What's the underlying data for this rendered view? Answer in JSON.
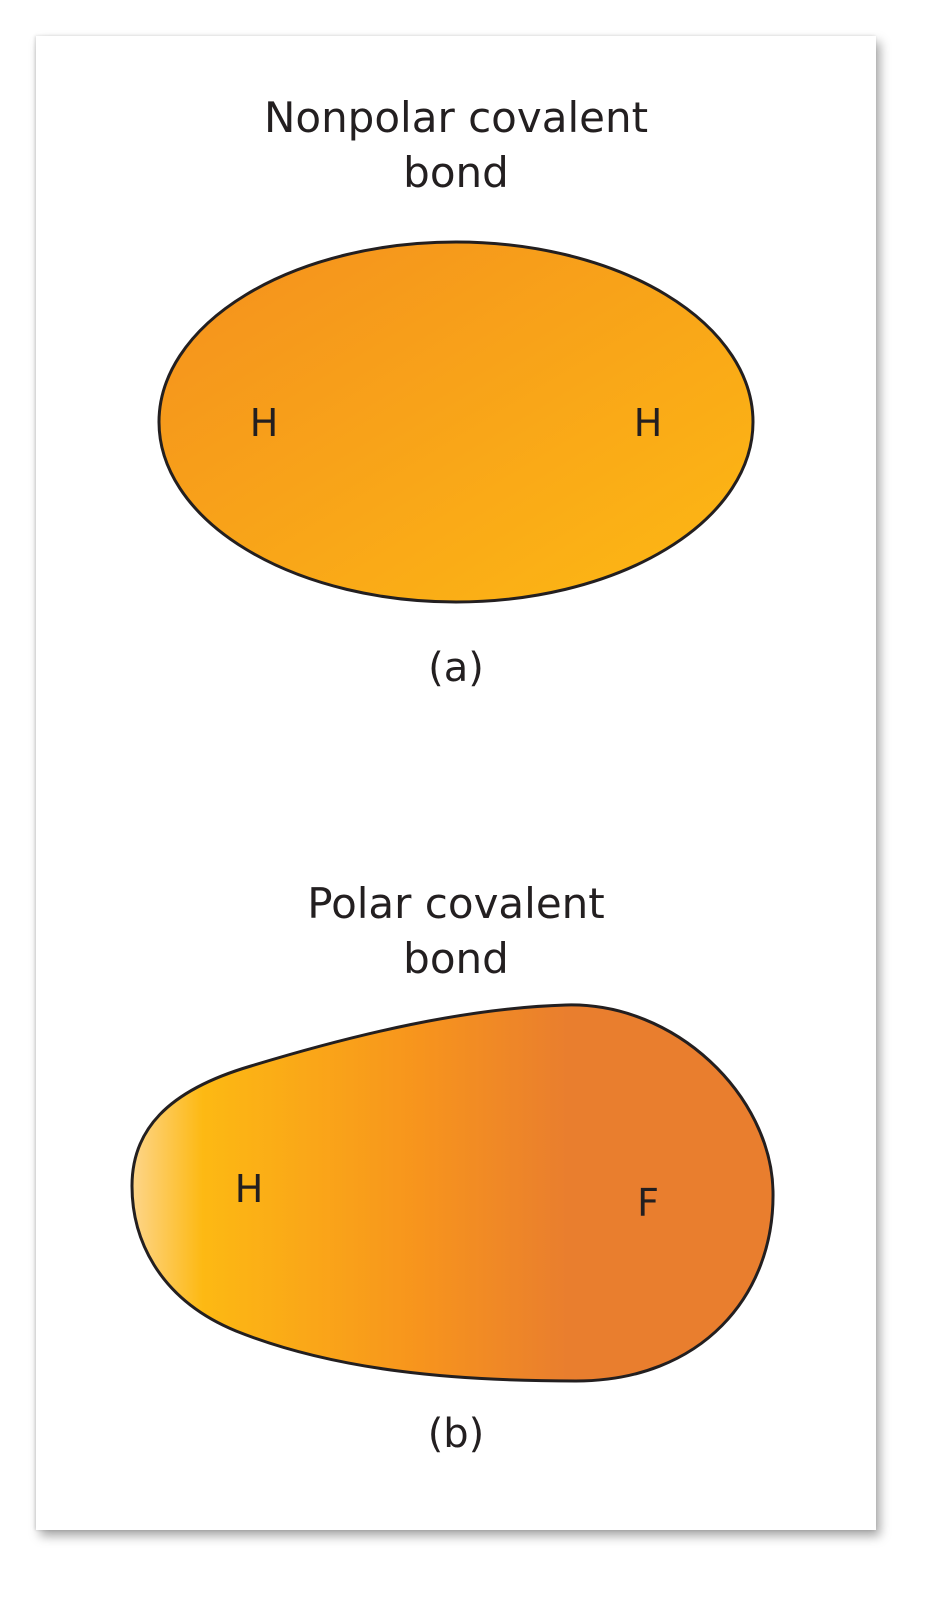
{
  "panel_a": {
    "title": "Nonpolar covalent\nbond",
    "atom_left": "H",
    "atom_right": "H",
    "caption": "(a)"
  },
  "panel_b": {
    "title": "Polar covalent\nbond",
    "atom_left": "H",
    "atom_right": "F",
    "caption": "(b)"
  },
  "colors": {
    "nonpolar_fill_start": "#F4901E",
    "nonpolar_fill_end": "#FDB913",
    "polar_light": "#FDD58A",
    "polar_yellow": "#FDB913",
    "polar_orange": "#F7941D",
    "polar_dark": "#E97E2E",
    "outline": "#231F20"
  }
}
